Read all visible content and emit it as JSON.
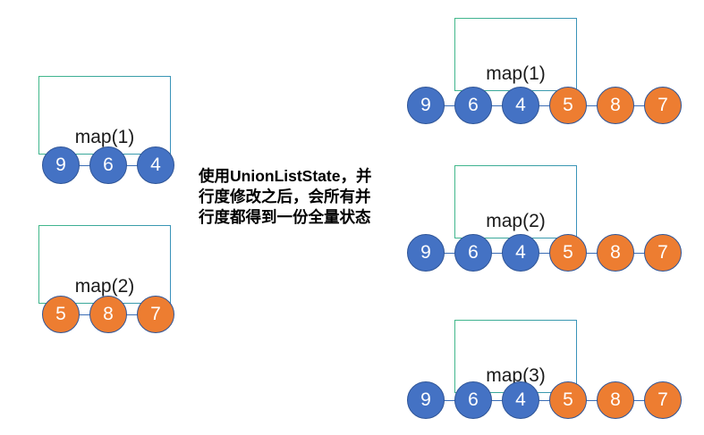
{
  "diagram": {
    "annotation": "使用UnionListState，并行度修改之后，会所有并行度都得到一份全量状态",
    "colors": {
      "blue": "#4472C4",
      "orange": "#ED7D31",
      "node_border": "#2F5597",
      "box_border_start": "#42B98A",
      "box_border_end": "#3A90BD",
      "background": "#FFFFFF",
      "text": "#000000"
    },
    "left_group": {
      "boxes": [
        {
          "label": "map(1)",
          "nodes": [
            {
              "value": "9",
              "color": "blue"
            },
            {
              "value": "6",
              "color": "blue"
            },
            {
              "value": "4",
              "color": "blue"
            }
          ]
        },
        {
          "label": "map(2)",
          "nodes": [
            {
              "value": "5",
              "color": "orange"
            },
            {
              "value": "8",
              "color": "orange"
            },
            {
              "value": "7",
              "color": "orange"
            }
          ]
        }
      ]
    },
    "right_group": {
      "boxes": [
        {
          "label": "map(1)",
          "nodes": [
            {
              "value": "9",
              "color": "blue"
            },
            {
              "value": "6",
              "color": "blue"
            },
            {
              "value": "4",
              "color": "blue"
            },
            {
              "value": "5",
              "color": "orange"
            },
            {
              "value": "8",
              "color": "orange"
            },
            {
              "value": "7",
              "color": "orange"
            }
          ]
        },
        {
          "label": "map(2)",
          "nodes": [
            {
              "value": "9",
              "color": "blue"
            },
            {
              "value": "6",
              "color": "blue"
            },
            {
              "value": "4",
              "color": "blue"
            },
            {
              "value": "5",
              "color": "orange"
            },
            {
              "value": "8",
              "color": "orange"
            },
            {
              "value": "7",
              "color": "orange"
            }
          ]
        },
        {
          "label": "map(3)",
          "nodes": [
            {
              "value": "9",
              "color": "blue"
            },
            {
              "value": "6",
              "color": "blue"
            },
            {
              "value": "4",
              "color": "blue"
            },
            {
              "value": "5",
              "color": "orange"
            },
            {
              "value": "8",
              "color": "orange"
            },
            {
              "value": "7",
              "color": "orange"
            }
          ]
        }
      ]
    }
  }
}
